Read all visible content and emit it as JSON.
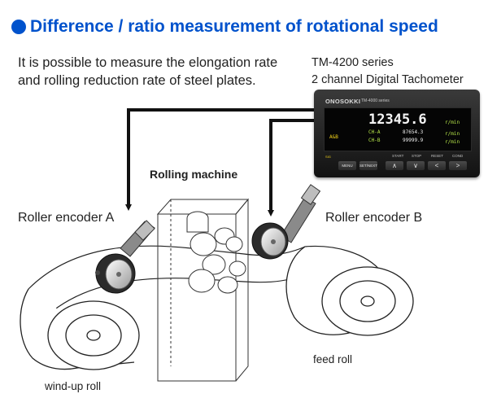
{
  "title": "Difference / ratio measurement of rotational speed",
  "description_lines": [
    "It is possible to measure the elongation rate",
    "and rolling reduction rate of steel plates."
  ],
  "product": {
    "series": "TM-4200 series",
    "name": "2 channel Digital Tachometer"
  },
  "tachometer": {
    "brand": "ONOSOKKI",
    "model": "TM-4000 series",
    "main_value": "12345.6",
    "unit": "r/min",
    "ab_label": "A&B",
    "ch_a_label": "CH-A",
    "ch_a_value": "87654.3",
    "ch_b_label": "CH-B",
    "ch_b_value": "99999.9",
    "sig_label": "SIG",
    "button_labels": [
      "START",
      "STOP",
      "RESET",
      "COND"
    ],
    "keys": [
      "MENU",
      "SET/NEXT",
      "∧",
      "∨",
      "<",
      ">"
    ]
  },
  "labels": {
    "rolling_machine": "Rolling machine",
    "encoder_a": "Roller encoder A",
    "encoder_b": "Roller encoder B",
    "feed_roll": "feed roll",
    "wind_up_roll": "wind-up roll"
  },
  "colors": {
    "accent": "#0052cc",
    "cable": "#111111"
  }
}
